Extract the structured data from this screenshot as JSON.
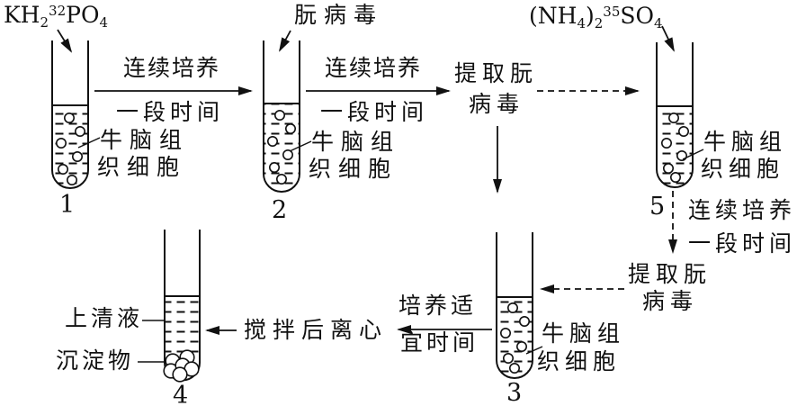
{
  "reagents": {
    "phosphate": {
      "p1": "KH",
      "p2": "2",
      "p3": "32",
      "p4": "PO",
      "p5": "4"
    },
    "prion_virus": "朊病毒",
    "sulfate": {
      "p1": "(NH",
      "p2": "4",
      "p3": ")",
      "p4": "2",
      "p5": "35",
      "p6": "SO",
      "p7": "4"
    }
  },
  "steps": {
    "continuous_culture": "连续培养",
    "period_of_time": "一段时间",
    "extract_prion_l1": "提取朊",
    "extract_prion_l2": "病毒",
    "culture_suitable_l1": "培养适",
    "culture_suitable_l2": "宜时间",
    "stir_centrifuge": "搅拌后离心"
  },
  "labels": {
    "brain_tissue_l1": "牛脑组",
    "brain_tissue_l2": "织细胞",
    "supernatant": "上清液",
    "precipitate": "沉淀物"
  },
  "tube_numbers": {
    "t1": "1",
    "t2": "2",
    "t3": "3",
    "t4": "4",
    "t5": "5"
  },
  "colors": {
    "ink": "#111111",
    "background": "#ffffff"
  }
}
